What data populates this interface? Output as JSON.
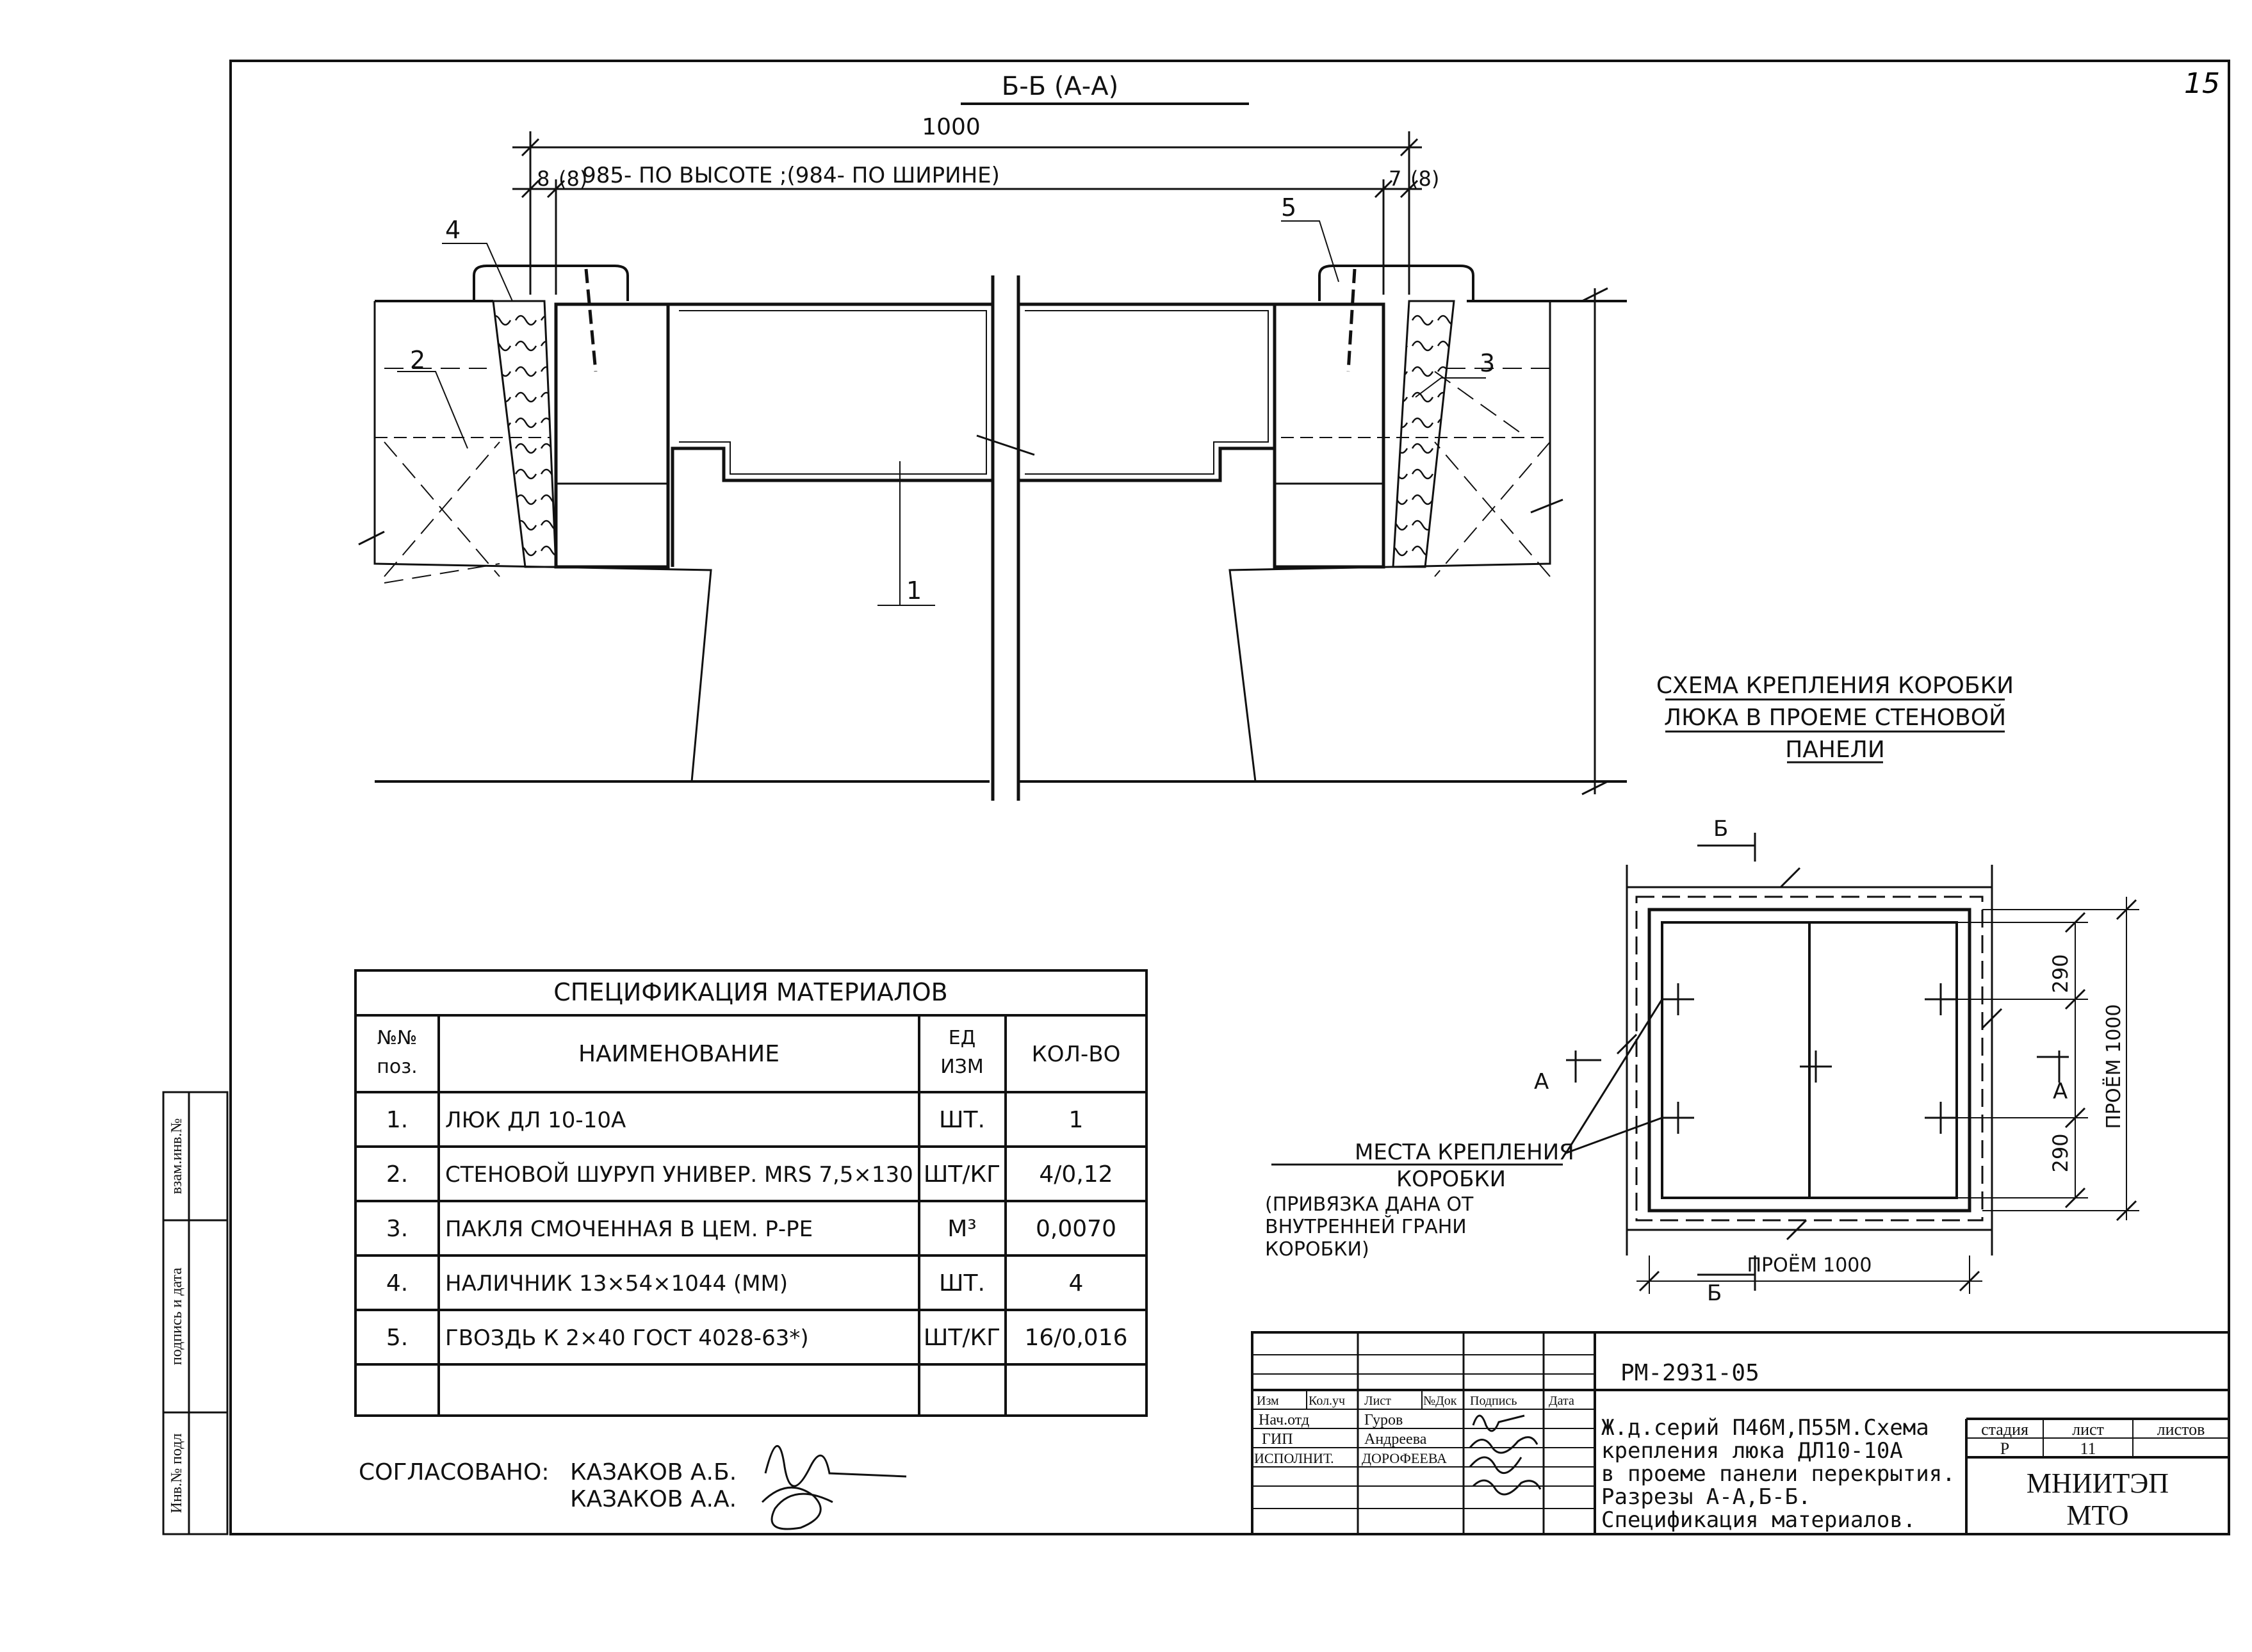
{
  "sheet_number": "15",
  "section": {
    "title": "Б-Б (А-А)",
    "dim_overall": "1000",
    "dim_inner": "985- ПО ВЫСОТЕ ;(984- ПО ШИРИНЕ)",
    "dim_left": "8",
    "dim_left_alt": "(8)",
    "dim_right": "7",
    "dim_right_alt": "(8)",
    "callouts": [
      "1",
      "2",
      "3",
      "4",
      "5"
    ]
  },
  "scheme": {
    "title_line1": "СХЕМА КРЕПЛЕНИЯ КОРОБКИ",
    "title_line2": "ЛЮКА В ПРОЕМЕ СТЕНОВОЙ",
    "title_line3": "ПАНЕЛИ",
    "cut_b": "Б",
    "cut_a": "А",
    "dim_290_top": "290",
    "dim_290_bottom": "290",
    "opening_vertical": "ПРОЁМ 1000",
    "opening_horizontal": "ПРОЁМ 1000",
    "fastening_label_1": "МЕСТА КРЕПЛЕНИЯ",
    "fastening_label_2": "КОРОБКИ",
    "fastening_note_1": "(ПРИВЯЗКА ДАНА ОТ",
    "fastening_note_2": "ВНУТРЕННЕЙ ГРАНИ",
    "fastening_note_3": "КОРОБКИ)"
  },
  "spec": {
    "title": "СПЕЦИФИКАЦИЯ МАТЕРИАЛОВ",
    "headers": [
      "№№ поз.",
      "НАИМЕНОВАНИЕ",
      "ЕД. ИЗМ",
      "КОЛ-ВО"
    ],
    "header_no_1": "№№",
    "header_no_2": "поз.",
    "header_unit_1": "ЕД",
    "header_unit_2": "ИЗМ",
    "rows": [
      {
        "no": "1.",
        "name": "ЛЮК ДЛ 10-10А",
        "unit": "ШТ.",
        "qty": "1"
      },
      {
        "no": "2.",
        "name": "СТЕНОВОЙ ШУРУП УНИВЕР. MRS 7,5×130",
        "unit": "ШТ/КГ",
        "qty": "4/0,12"
      },
      {
        "no": "3.",
        "name": "ПАКЛЯ СМОЧЕННАЯ В ЦЕМ. Р-РЕ",
        "unit": "М³",
        "qty": "0,0070"
      },
      {
        "no": "4.",
        "name": "НАЛИЧНИК 13×54×1044 (ММ)",
        "unit": "ШТ.",
        "qty": "4"
      },
      {
        "no": "5.",
        "name": "ГВОЗДЬ К 2×40 ГОСТ 4028-63*)",
        "unit": "ШТ/КГ",
        "qty": "16/0,016"
      }
    ]
  },
  "agreed": {
    "label": "СОГЛАСОВАНО:",
    "name1": "КАЗАКОВ А.Б.",
    "name2": "КАЗАКОВ А.А."
  },
  "side_stamp": [
    "Инв.№ подл",
    "подпись и дата",
    "взам.инв.№"
  ],
  "title_block": {
    "doc_code": "РМ-2931-05",
    "col_headers": [
      "Изм",
      "Кол.уч",
      "Лист",
      "№Док",
      "Подпись",
      "Дата"
    ],
    "roles": [
      {
        "role": "Нач.отд",
        "name": "Гуров"
      },
      {
        "role": "ГИП",
        "name": "Андреева"
      },
      {
        "role": "ИСПОЛНИТ.",
        "name": "ДОРОФЕЕВА"
      }
    ],
    "description": [
      "Ж.д.серий П46М,П55М.Схема",
      "крепления люка ДЛ10-10А",
      "в проеме панели перекрытия.",
      "Разрезы А-А,Б-Б.",
      "Спецификация материалов."
    ],
    "stage_headers": [
      "стадия",
      "лист",
      "листов"
    ],
    "stage": "Р",
    "sheet": "11",
    "sheets": "",
    "org_line1": "МНИИТЭП",
    "org_line2": "МТО"
  }
}
